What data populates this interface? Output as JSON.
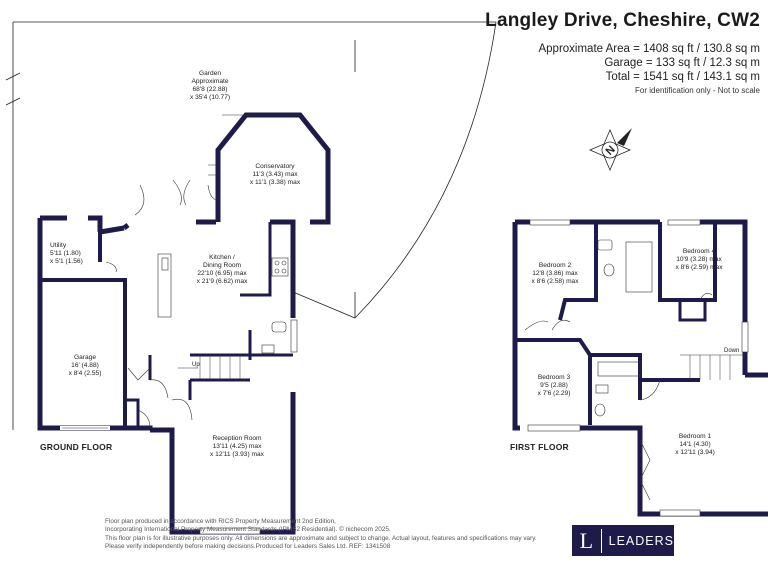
{
  "header": {
    "title": "Langley Drive, Cheshire, CW2",
    "area_approx": "Approximate Area = 1408 sq ft / 130.8 sq m",
    "area_garage": "Garage = 133 sq ft / 12.3 sq m",
    "area_total": "Total = 1541 sq ft / 143.1 sq m",
    "identification_note": "For identification only - Not to scale"
  },
  "compass": {
    "label": "N"
  },
  "ground_floor": {
    "label": "GROUND FLOOR",
    "rooms": {
      "garden": {
        "name": "Garden",
        "line1": "Approximate",
        "line2": "68'8 (22.88)",
        "line3": "x 35'4 (10.77)"
      },
      "conservatory": {
        "name": "Conservatory",
        "line1": "11'3 (3.43) max",
        "line2": "x 11'1 (3.38) max"
      },
      "utility": {
        "name": "Utility",
        "line1": "5'11 (1.80)",
        "line2": "x 5'1 (1.56)"
      },
      "kitchen": {
        "name": "Kitchen /",
        "line1": "Dining Room",
        "line2": "22'10 (6.95) max",
        "line3": "x 21'9 (6.62) max"
      },
      "garage": {
        "name": "Garage",
        "line1": "16' (4.88)",
        "line2": "x 8'4 (2.55)"
      },
      "reception": {
        "name": "Reception Room",
        "line1": "13'11 (4.25) max",
        "line2": "x 12'11 (3.93) max"
      }
    },
    "stairs_label": "Up"
  },
  "first_floor": {
    "label": "FIRST FLOOR",
    "rooms": {
      "bedroom2": {
        "name": "Bedroom 2",
        "line1": "12'8 (3.86) max",
        "line2": "x 8'6 (2.58) max"
      },
      "bedroom4": {
        "name": "Bedroom 4",
        "line1": "10'9 (3.28) max",
        "line2": "x 8'6 (2.59) max"
      },
      "bedroom3": {
        "name": "Bedroom 3",
        "line1": "9'5 (2.88)",
        "line2": "x 7'6 (2.29)"
      },
      "bedroom1": {
        "name": "Bedroom 1",
        "line1": "14'1 (4.30)",
        "line2": "x 12'11 (3.94)"
      }
    },
    "stairs_label": "Down"
  },
  "disclaimer": {
    "line1": "Floor plan produced in accordance with RICS Property Measurement 2nd Edition,",
    "line2": "Incorporating International Property Measurement Standards (IPMS2 Residential).  © nichecom 2025.",
    "line3": "This floor plan is for illustrative purposes only. All dimensions are approximate and subject to change. Actual layout, features and specifications may vary.",
    "line4": "Please verify independently before making decisions.Produced for Leaders Sales Ltd.   REF:  1341508"
  },
  "brand": {
    "letter": "L",
    "name": "LEADERS"
  },
  "colors": {
    "wall": "#1e1b4b",
    "brand_bg": "#1e1b4b",
    "text": "#222222"
  }
}
